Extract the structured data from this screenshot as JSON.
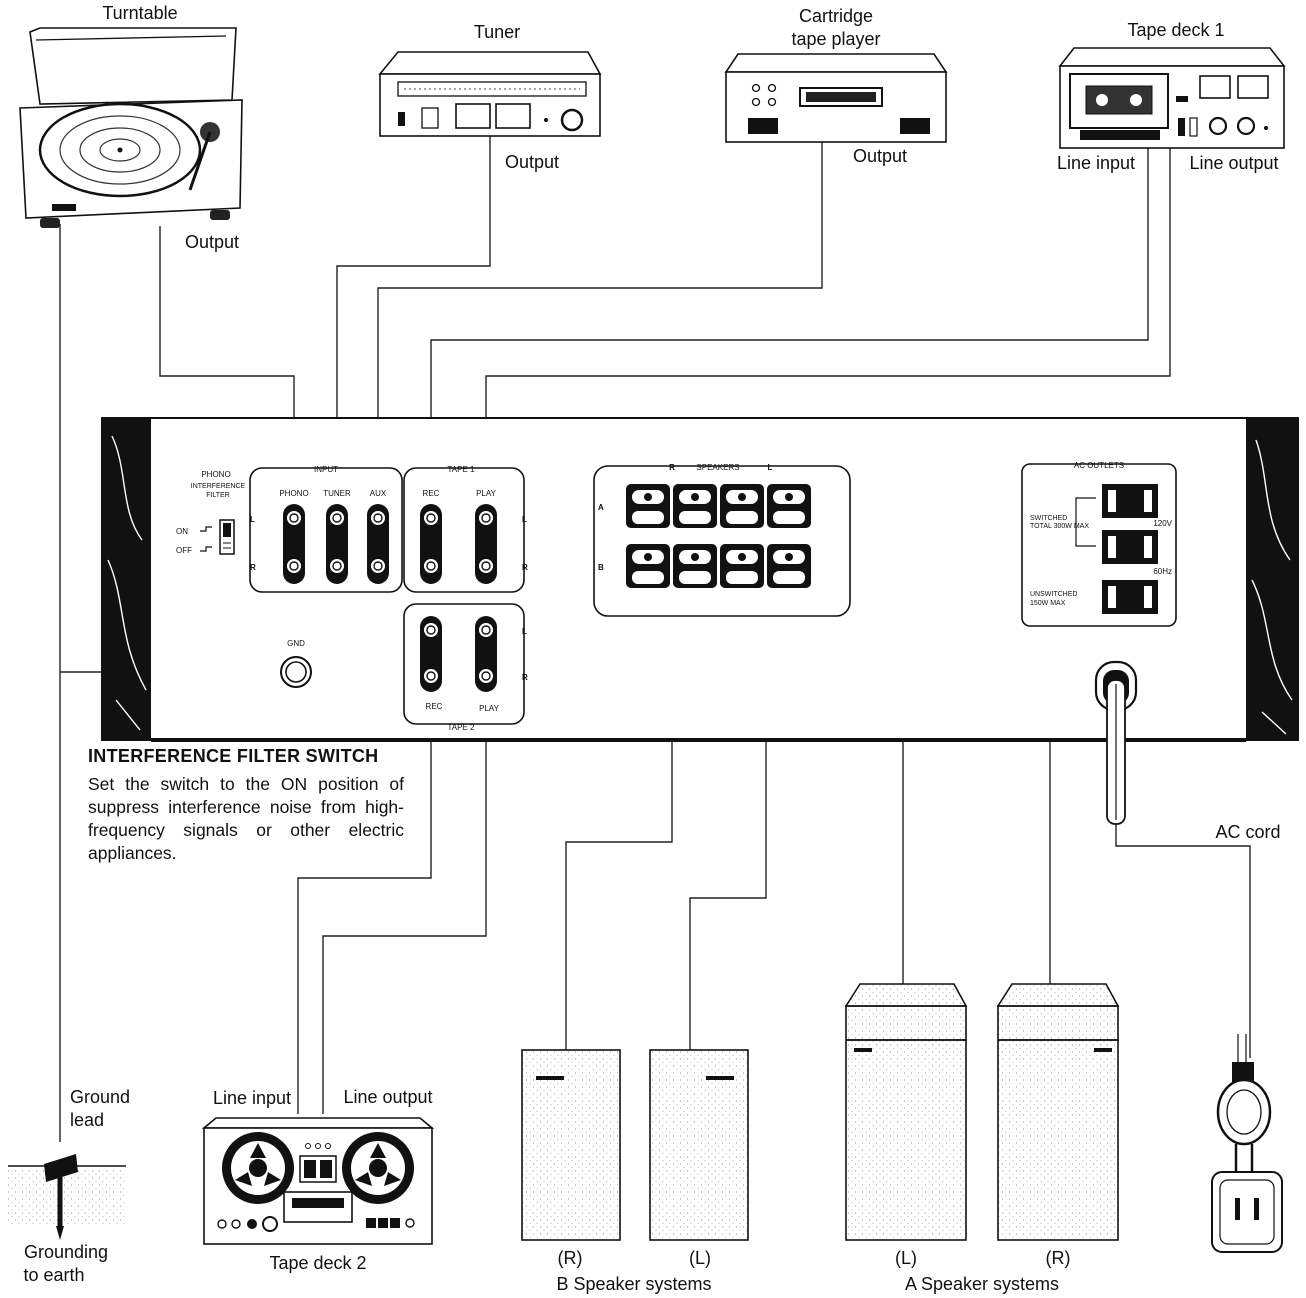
{
  "devices": {
    "turntable": {
      "name": "Turntable",
      "output": "Output"
    },
    "tuner": {
      "name": "Tuner",
      "output": "Output"
    },
    "cartridge_player": {
      "name_line1": "Cartridge",
      "name_line2": "tape player",
      "output": "Output"
    },
    "tape_deck_1": {
      "name": "Tape deck 1",
      "line_input": "Line input",
      "line_output": "Line output"
    },
    "tape_deck_2": {
      "name": "Tape deck 2",
      "line_input": "Line input",
      "line_output": "Line output"
    }
  },
  "amplifier": {
    "phono_filter": {
      "line1": "PHONO",
      "line2": "INTERFERENCE",
      "line3": "FILTER",
      "on": "ON",
      "off": "OFF"
    },
    "input_group": {
      "title": "INPUT",
      "phono": "PHONO",
      "tuner": "TUNER",
      "aux": "AUX"
    },
    "tape1_group": {
      "title": "TAPE 1",
      "rec": "REC",
      "play": "PLAY"
    },
    "tape2_group": {
      "title": "TAPE 2",
      "rec": "REC",
      "play": "PLAY"
    },
    "channel_l": "L",
    "channel_r": "R",
    "gnd": "GND",
    "speakers": {
      "title": "SPEAKERS",
      "r": "R",
      "l": "L",
      "row_a": "A",
      "row_b": "B"
    },
    "ac_outlets": {
      "title": "AC OUTLETS",
      "switched_1": "SWITCHED",
      "switched_2": "TOTAL 300W MAX",
      "voltage": "120V",
      "frequency": "60Hz",
      "unswitched_1": "UNSWITCHED",
      "unswitched_2": "150W MAX"
    }
  },
  "filter_note": {
    "heading": "INTERFERENCE FILTER SWITCH",
    "body": "Set the switch to the ON position of suppress interference noise from high-frequency signals or other electric appliances."
  },
  "ac_cord": "AC cord",
  "ground": {
    "lead_line1": "Ground",
    "lead_line2": "lead",
    "earth_line1": "Grounding",
    "earth_line2": "to earth"
  },
  "speaker_systems": {
    "b": {
      "label": "B Speaker systems",
      "right": "(R)",
      "left": "(L)"
    },
    "a": {
      "label": "A Speaker systems",
      "left": "(L)",
      "right": "(R)"
    }
  }
}
